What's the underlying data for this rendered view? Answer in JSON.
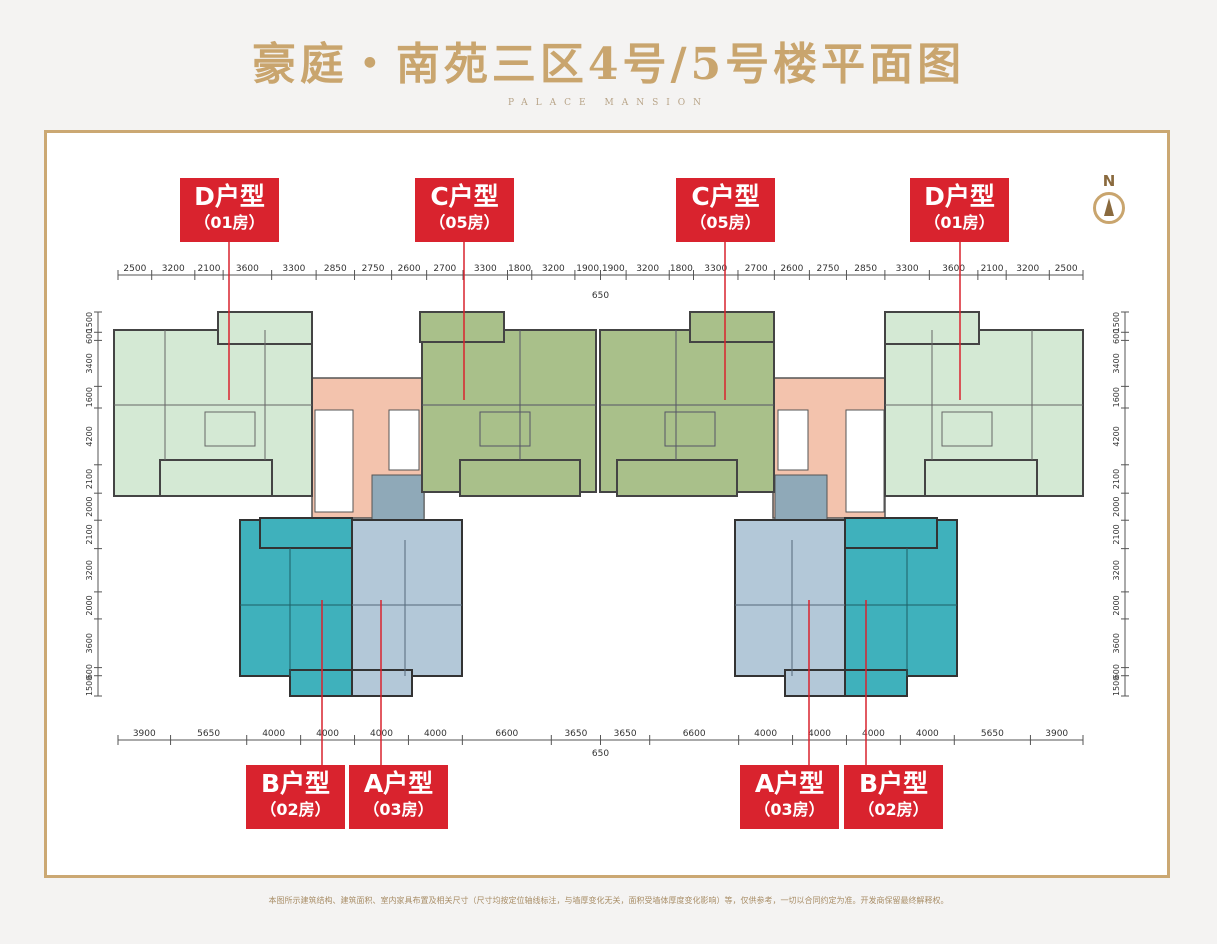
{
  "title": "豪庭・南苑三区4号/5号楼平面图",
  "subtitle": "PALACE MANSION",
  "north": "N",
  "labels": [
    {
      "type": "D户型",
      "room": "（01房）"
    },
    {
      "type": "C户型",
      "room": "（05房）"
    },
    {
      "type": "C户型",
      "room": "（05房）"
    },
    {
      "type": "D户型",
      "room": "（01房）"
    },
    {
      "type": "B户型",
      "room": "（02房）"
    },
    {
      "type": "A户型",
      "room": "（03房）"
    },
    {
      "type": "A户型",
      "room": "（03房）"
    },
    {
      "type": "B户型",
      "room": "（02房）"
    }
  ],
  "dims": {
    "top": [
      "2500",
      "3200",
      "2100",
      "3600",
      "3300",
      "2850",
      "2750",
      "2600",
      "2700",
      "3300",
      "1800",
      "3200",
      "1900",
      "1900",
      "3200",
      "1800",
      "3300",
      "2700",
      "2600",
      "2750",
      "2850",
      "3300",
      "3600",
      "2100",
      "3200",
      "2500"
    ],
    "top_total": "650",
    "bottom": [
      "3900",
      "5650",
      "4000",
      "4000",
      "4000",
      "4000",
      "6600",
      "3650",
      "3650",
      "6600",
      "4000",
      "4000",
      "4000",
      "4000",
      "5650",
      "3900"
    ],
    "bottom_total": "650",
    "left": [
      "1500",
      "600",
      "3400",
      "1600",
      "4200",
      "2100",
      "2000",
      "2100",
      "3200",
      "2000",
      "3600",
      "600",
      "1500"
    ],
    "right": [
      "1500",
      "600",
      "3400",
      "1600",
      "4200",
      "2100",
      "2000",
      "2100",
      "3200",
      "2000",
      "3600",
      "600",
      "1500"
    ]
  },
  "colors": {
    "unit_d": "#d4e9d4",
    "unit_c": "#a9c08a",
    "unit_b": "#3fb1bc",
    "unit_a": "#b3c8d8",
    "core": "#f3c3ad",
    "label_red": "#d9232e",
    "gold": "#c9a56e"
  },
  "disclaimer": "本图所示建筑结构、建筑面积、室内家具布置及相关尺寸（尺寸均按定位轴线标注，与墙厚变化无关，面积受墙体厚度变化影响）等，仅供参考，一切以合同约定为准。开发商保留最终解释权。"
}
